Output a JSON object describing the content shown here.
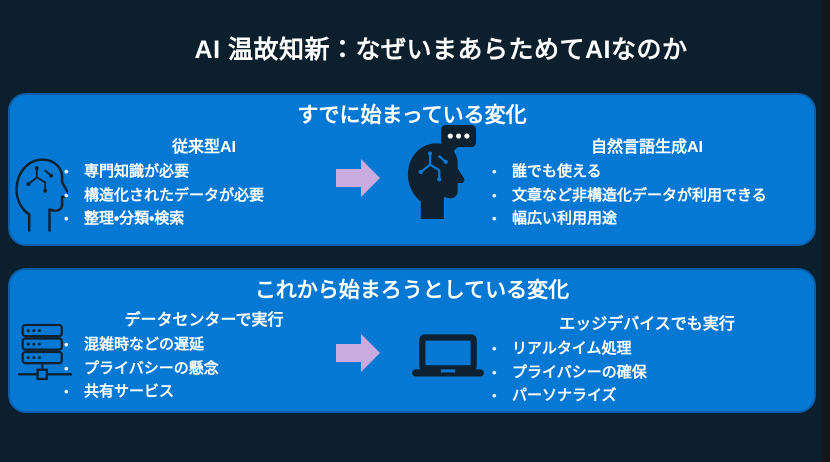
{
  "title": "AI 温故知新：なぜいまあらためてAIなのか",
  "colors": {
    "background": "#0b1f2d",
    "panel_blue": "#0578d4",
    "panel_border": "#0c5ea8",
    "icon_dark": "#0d2130",
    "arrow_lavender": "#c9abdf",
    "text": "#ffffff"
  },
  "icons": {
    "section1_left": "circuit-head-outline",
    "section1_right": "speech-bubble-circuit-head",
    "section2_left": "server-rack",
    "section2_right": "laptop",
    "arrows": "block-arrow-right"
  },
  "sections": [
    {
      "header": "すでに始まっている変化",
      "left": {
        "heading": "従来型AI",
        "bullets": [
          "専門知識が必要",
          "構造化されたデータが必要",
          "整理・分類・検索"
        ]
      },
      "right": {
        "heading": "自然言語生成AI",
        "bullets": [
          "誰でも使える",
          "文章など非構造化データが利用できる",
          "幅広い利用用途"
        ]
      }
    },
    {
      "header": "これから始まろうとしている変化",
      "left": {
        "heading": "データセンターで実行",
        "bullets": [
          "混雑時などの遅延",
          "プライバシーの懸念",
          "共有サービス"
        ]
      },
      "right": {
        "heading": "エッジデバイスでも実行",
        "bullets": [
          "リアルタイム処理",
          "プライバシーの確保",
          "パーソナライズ"
        ]
      }
    }
  ]
}
